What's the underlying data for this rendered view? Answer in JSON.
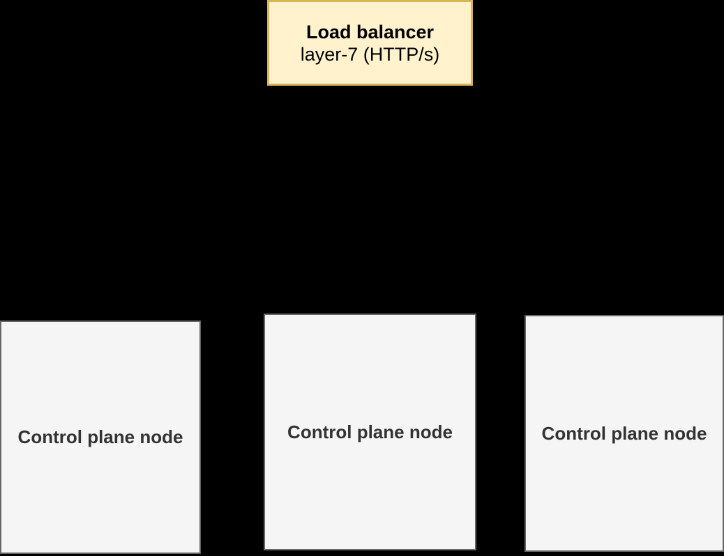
{
  "diagram": {
    "background_color": "#000000",
    "load_balancer": {
      "title": "Load balancer",
      "subtitle": "layer-7 (HTTP/s)",
      "fill_color": "#fff2cc",
      "border_color": "#d6b656",
      "text_color": "#000000"
    },
    "nodes": [
      {
        "label": "Control plane node"
      },
      {
        "label": "Control plane node"
      },
      {
        "label": "Control plane node"
      }
    ],
    "node_style": {
      "fill_color": "#f5f5f5",
      "border_color": "#666666",
      "text_color": "#333333"
    }
  }
}
